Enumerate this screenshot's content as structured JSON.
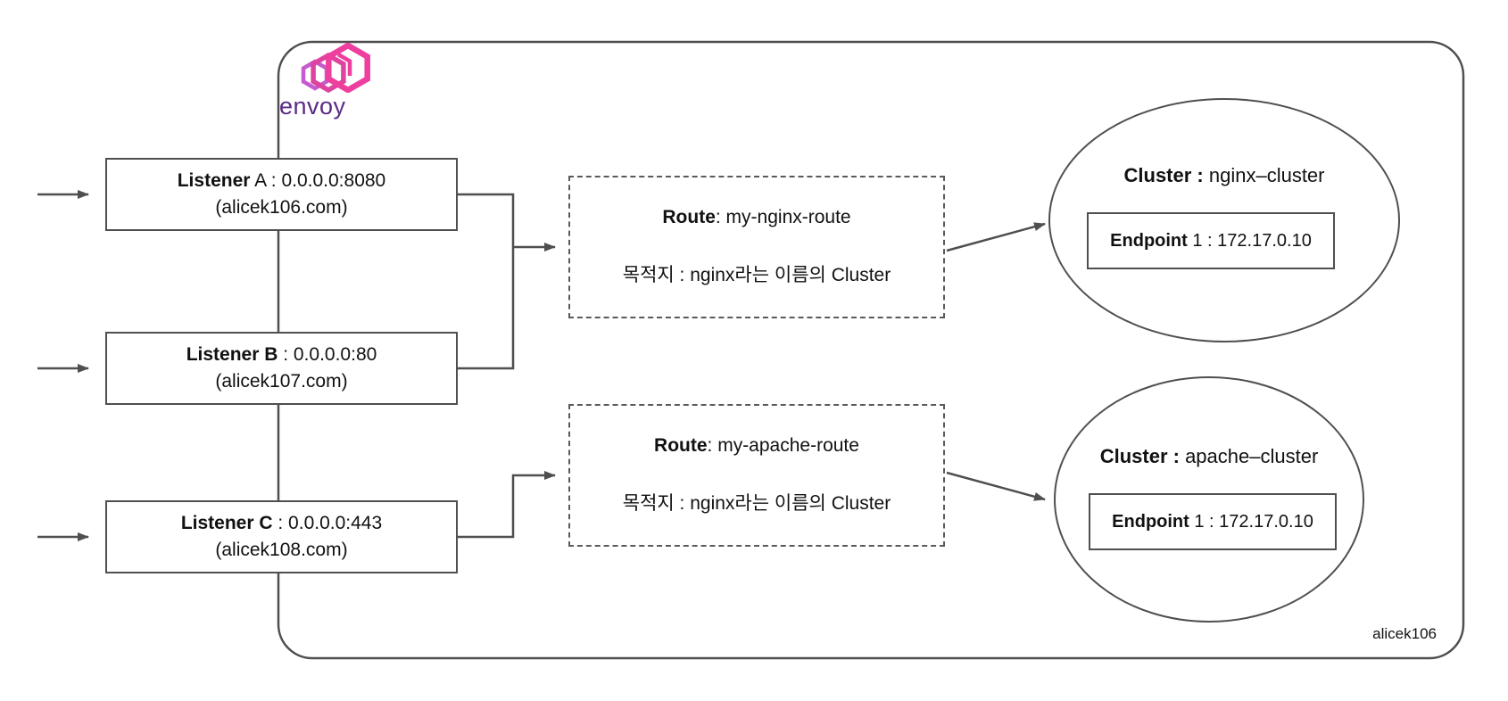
{
  "colors": {
    "line": "#4f4f4f",
    "text": "#111111",
    "logo_pink": "#ee3e9e",
    "logo_magenta": "#de449f",
    "logo_orchid": "#c55bce",
    "logo_purple": "#5b2a86",
    "white": "#ffffff"
  },
  "logo": {
    "wordmark": "envoy"
  },
  "listeners": [
    {
      "name_bold": "Listener",
      "name_rest": " A : 0.0.0.0:8080",
      "host": "(alicek106.com)"
    },
    {
      "name_bold": "Listener B",
      "name_rest": " : 0.0.0.0:80",
      "host": "(alicek107.com)"
    },
    {
      "name_bold": "Listener C",
      "name_rest": " : 0.0.0.0:443",
      "host": "(alicek108.com)"
    }
  ],
  "routes": [
    {
      "label_bold": "Route",
      "label_rest": ": my-nginx-route",
      "destination": "목적지 : nginx라는 이름의 Cluster"
    },
    {
      "label_bold": "Route",
      "label_rest": ": my-apache-route",
      "destination": "목적지 : nginx라는 이름의 Cluster"
    }
  ],
  "clusters": [
    {
      "title_bold": "Cluster :",
      "title_rest": " nginx–cluster",
      "endpoint_bold": "Endpoint",
      "endpoint_rest": " 1 : 172.17.0.10"
    },
    {
      "title_bold": "Cluster :",
      "title_rest": " apache–cluster",
      "endpoint_bold": "Endpoint",
      "endpoint_rest": " 1 : 172.17.0.10"
    }
  ],
  "watermark": "alicek106"
}
